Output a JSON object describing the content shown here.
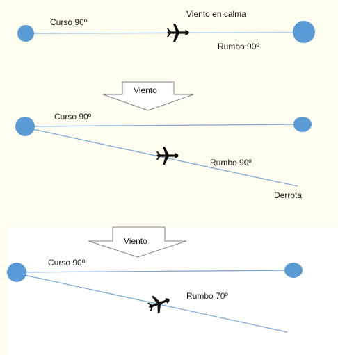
{
  "panel1": {
    "course_label": "Curso 90º",
    "calm_label": "Viento en calma",
    "heading_label": "Rumbo 90º"
  },
  "wind_arrow_1": {
    "label": "Viento"
  },
  "panel2": {
    "course_label": "Curso 90º",
    "heading_label": "Rumbo 90º",
    "track_label": "Derrota"
  },
  "wind_arrow_2": {
    "label": "Viento"
  },
  "panel3": {
    "course_label": "Curso 90º",
    "heading_label": "Rumbo 70º"
  },
  "colors": {
    "node_fill": "#5b9bd5",
    "line": "#7ba7d4",
    "arrow_stroke": "#7f7f7f",
    "plane": "#111111"
  }
}
